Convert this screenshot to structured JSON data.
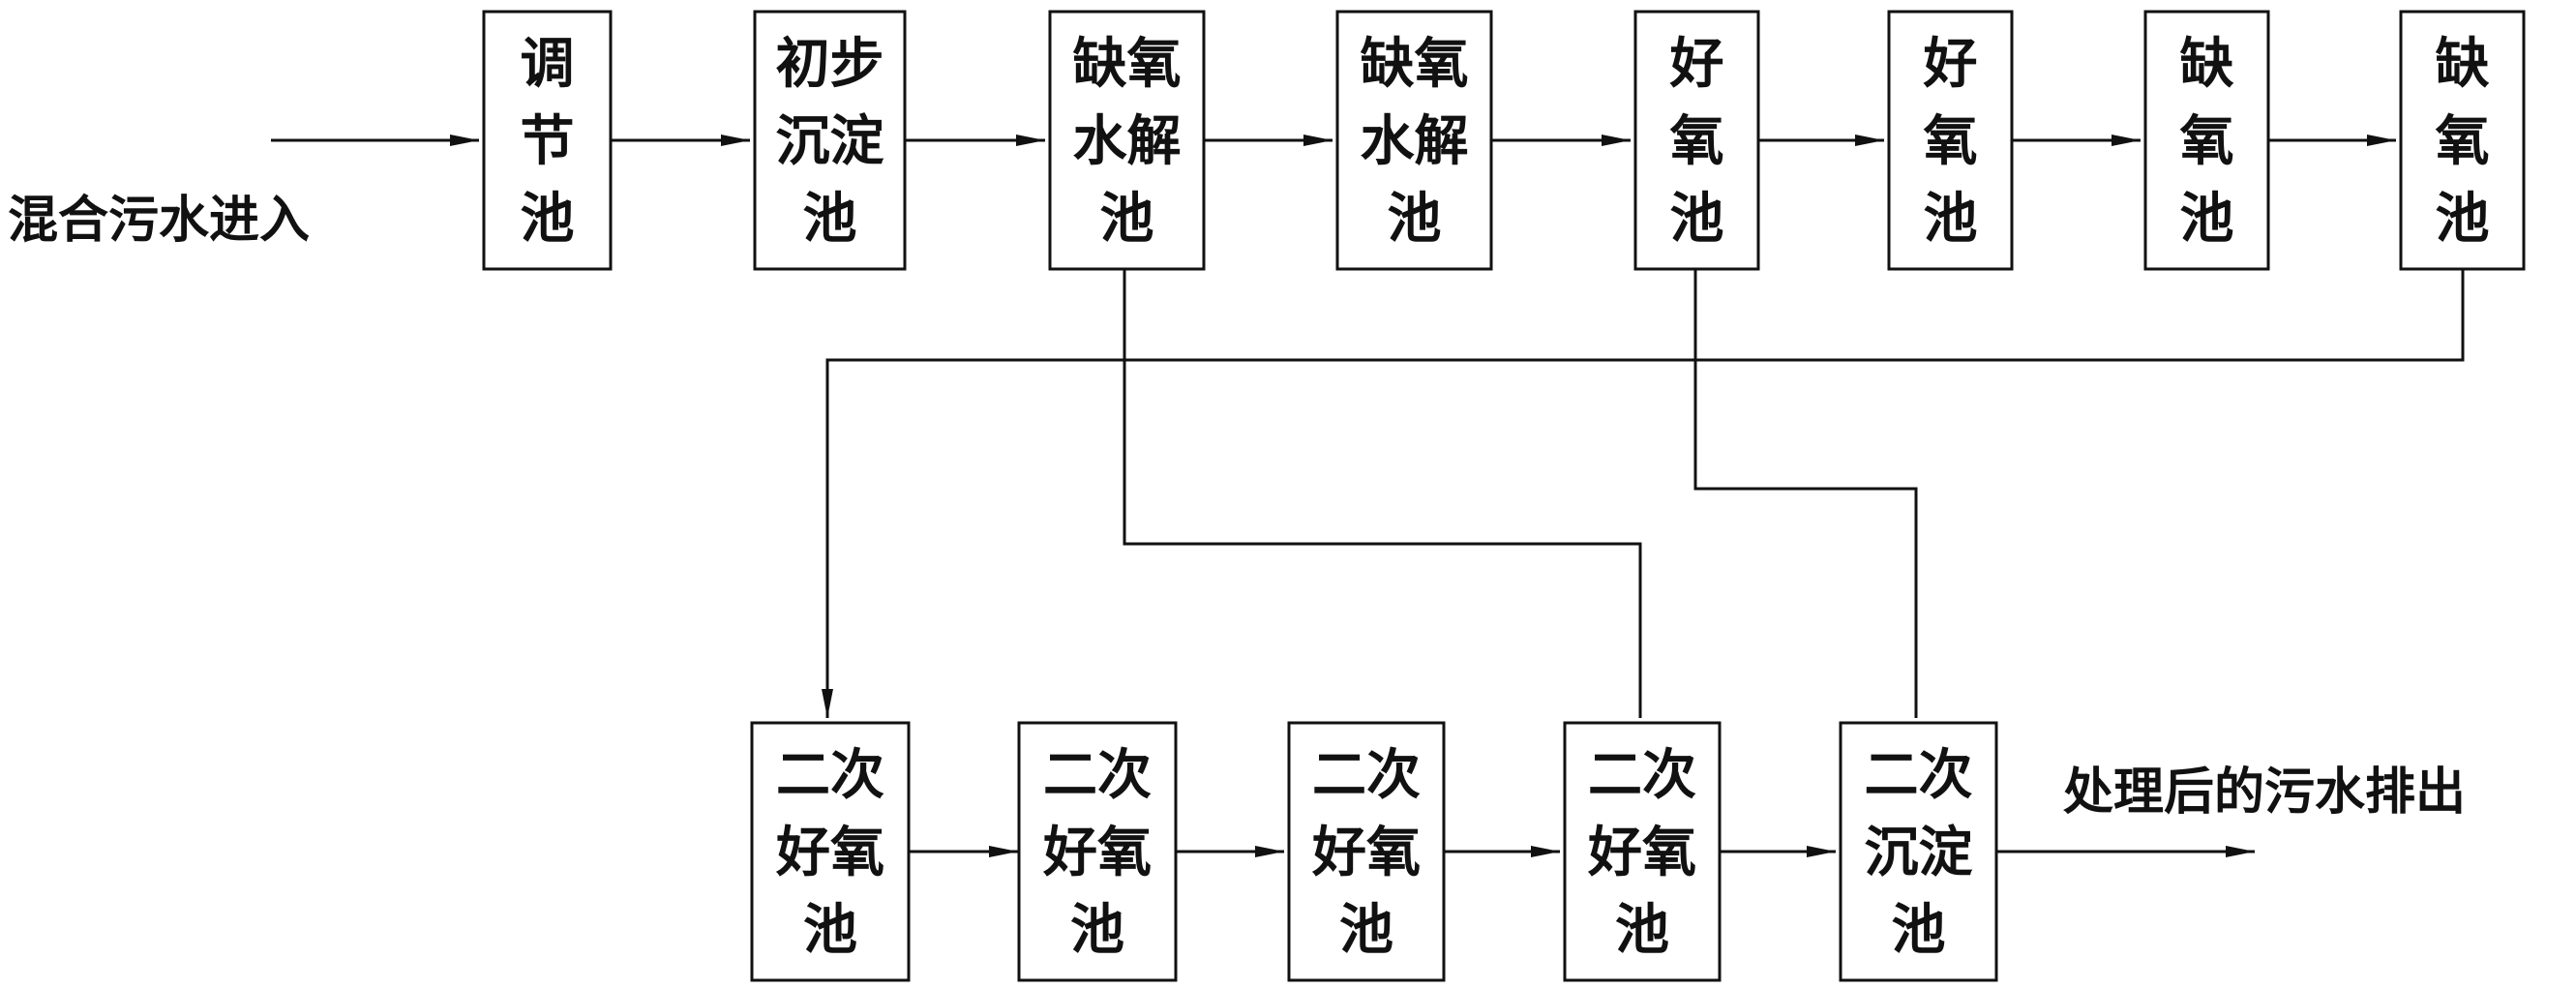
{
  "input_label": "混合污水进入",
  "output_label": "处理后的污水排出",
  "top_row": [
    {
      "id": "tiaojie",
      "lines": [
        "调",
        "节",
        "池"
      ]
    },
    {
      "id": "chubu",
      "lines": [
        "初步",
        "沉淀",
        "池"
      ]
    },
    {
      "id": "queyang-shuijie-1",
      "lines": [
        "缺氧",
        "水解",
        "池"
      ]
    },
    {
      "id": "queyang-shuijie-2",
      "lines": [
        "缺氧",
        "水解",
        "池"
      ]
    },
    {
      "id": "haoyang-1",
      "lines": [
        "好",
        "氧",
        "池"
      ]
    },
    {
      "id": "haoyang-2",
      "lines": [
        "好",
        "氧",
        "池"
      ]
    },
    {
      "id": "queyang-1",
      "lines": [
        "缺",
        "氧",
        "池"
      ]
    },
    {
      "id": "queyang-2",
      "lines": [
        "缺",
        "氧",
        "池"
      ]
    }
  ],
  "bottom_row": [
    {
      "id": "erci-haoyang-1",
      "lines": [
        "二次",
        "好氧",
        "池"
      ]
    },
    {
      "id": "erci-haoyang-2",
      "lines": [
        "二次",
        "好氧",
        "池"
      ]
    },
    {
      "id": "erci-haoyang-3",
      "lines": [
        "二次",
        "好氧",
        "池"
      ]
    },
    {
      "id": "erci-haoyang-4",
      "lines": [
        "二次",
        "好氧",
        "池"
      ]
    },
    {
      "id": "erci-chendian",
      "lines": [
        "二次",
        "沉淀",
        "池"
      ]
    }
  ]
}
